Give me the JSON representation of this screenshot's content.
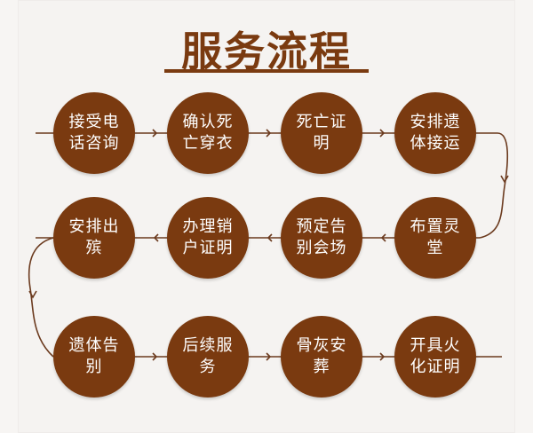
{
  "title": "服务流程",
  "colors": {
    "accent": "#7a3a10",
    "line": "#6b3a1e",
    "background": "#f5f3f1"
  },
  "steps": [
    {
      "label": "接受电话咨询"
    },
    {
      "label": "确认死亡穿衣"
    },
    {
      "label": "死亡证明"
    },
    {
      "label": "安排遗体接运"
    },
    {
      "label": "布置灵堂"
    },
    {
      "label": "预定告别会场"
    },
    {
      "label": "办理销户证明"
    },
    {
      "label": "安排出殡"
    },
    {
      "label": "遗体告别"
    },
    {
      "label": "后续服务"
    },
    {
      "label": "骨灰安葬"
    },
    {
      "label": "开具火化证明"
    }
  ]
}
